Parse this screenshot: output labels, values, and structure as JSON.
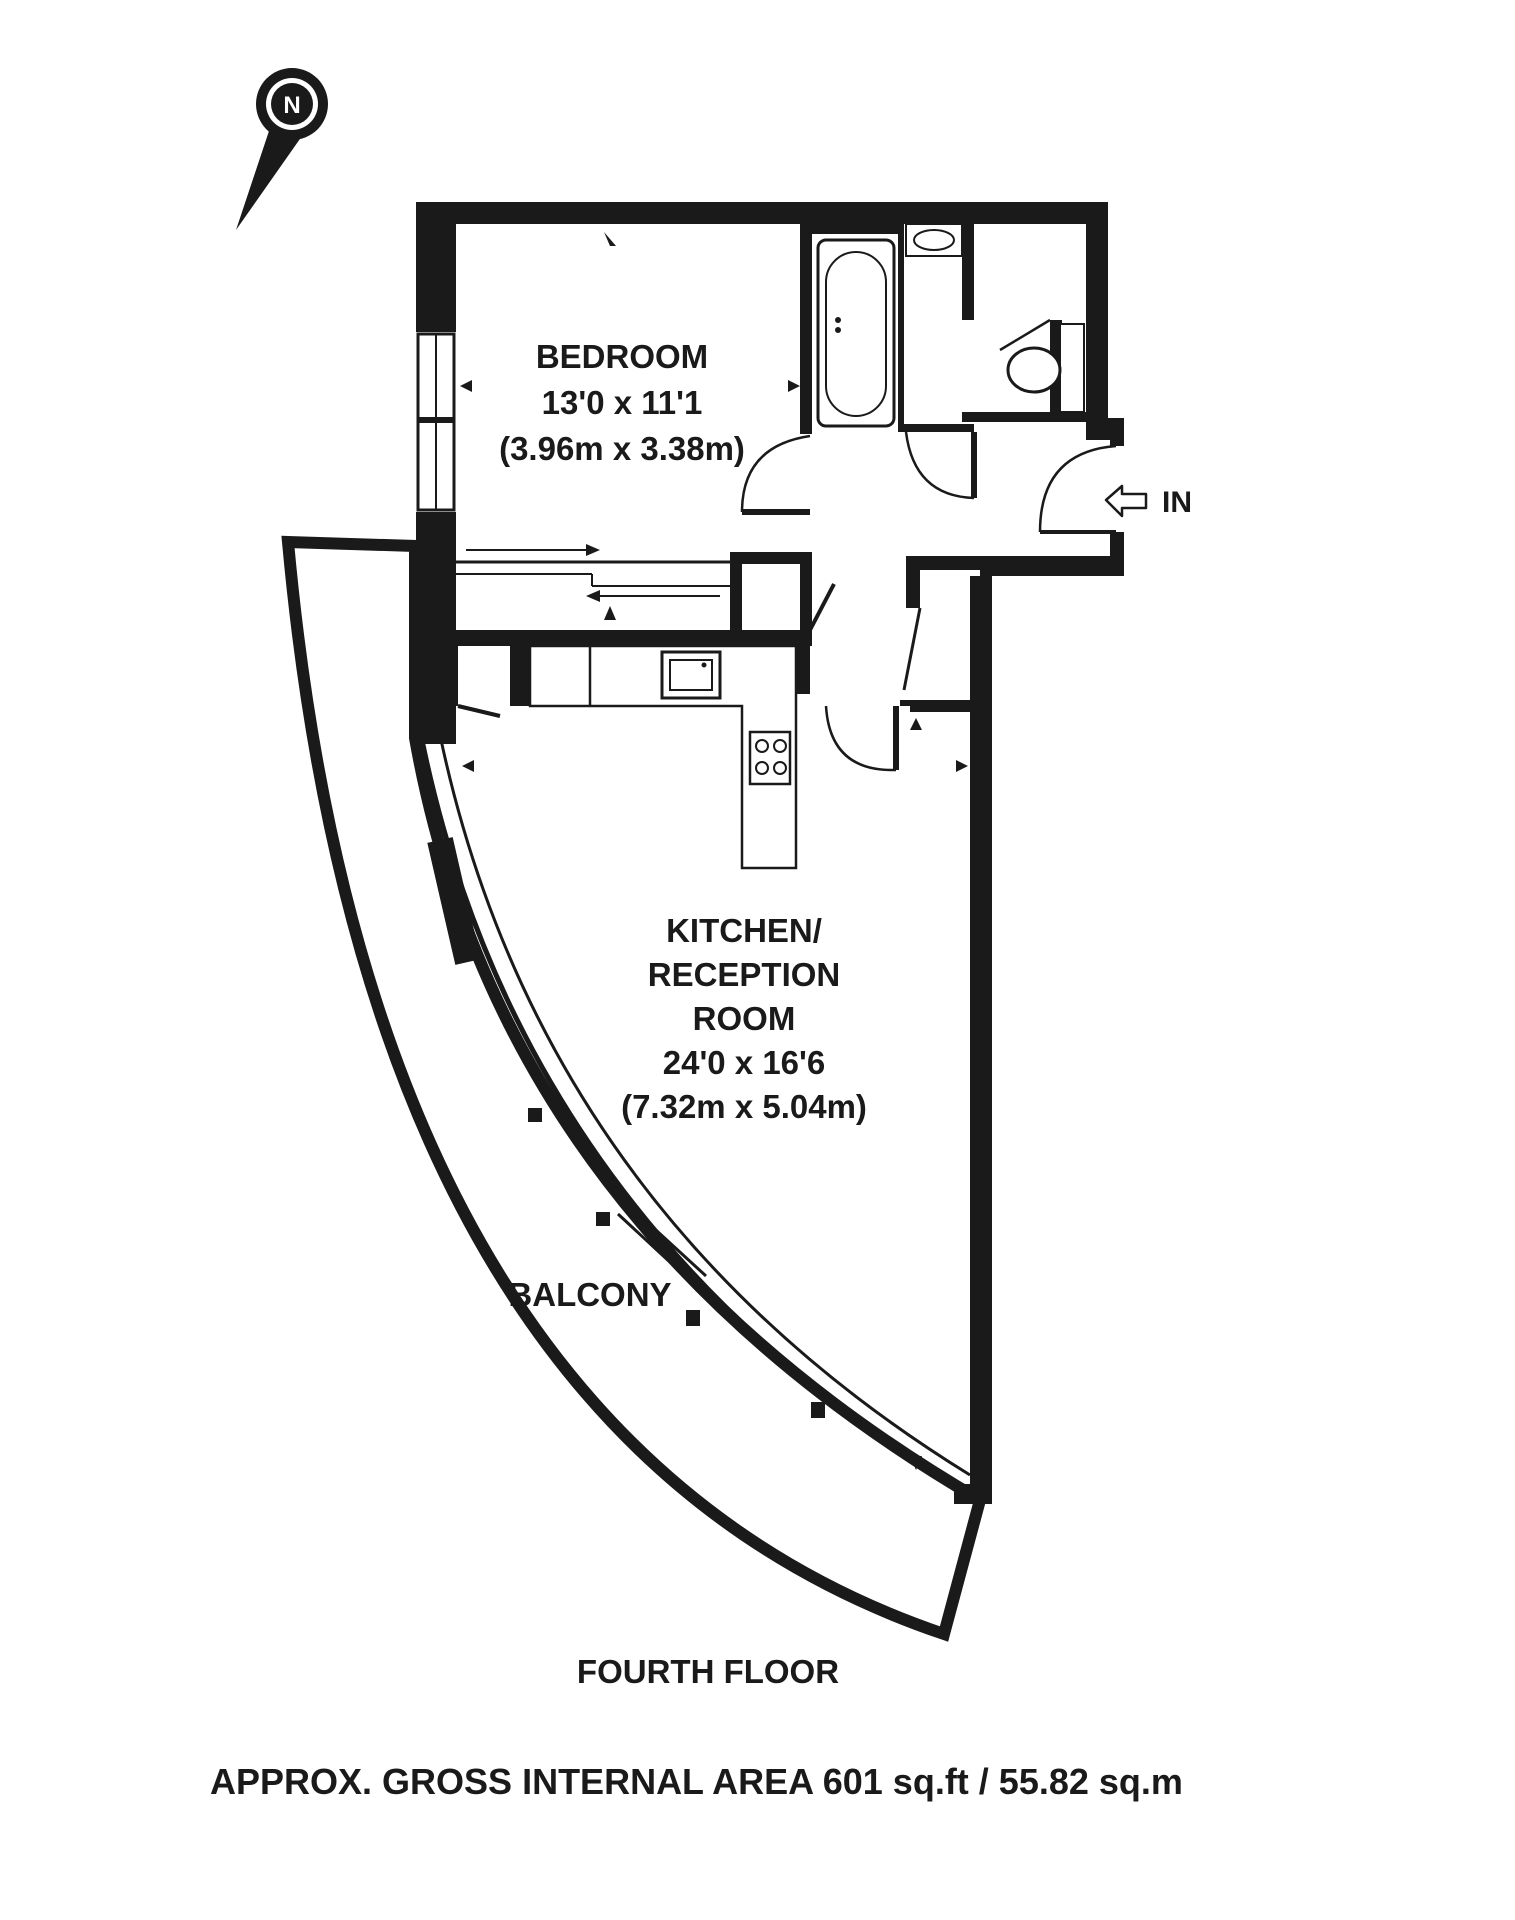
{
  "compass": {
    "icon": "north-compass-icon",
    "letter": "N"
  },
  "rooms": {
    "bedroom": {
      "name": "BEDROOM",
      "imperial": "13'0 x 11'1",
      "metric": "(3.96m x 3.38m)"
    },
    "kitchen": {
      "line1": "KITCHEN/",
      "line2": "RECEPTION",
      "line3": "ROOM",
      "imperial": "24'0 x 16'6",
      "metric": "(7.32m x 5.04m)"
    },
    "balcony": {
      "name": "BALCONY"
    }
  },
  "entrance": {
    "label": "IN",
    "icon": "entry-arrow-icon"
  },
  "floor_label": "FOURTH FLOOR",
  "area_label": "APPROX. GROSS INTERNAL AREA 601 sq.ft / 55.82 sq.m",
  "colors": {
    "wall": "#1a1a1a",
    "background": "#ffffff"
  }
}
